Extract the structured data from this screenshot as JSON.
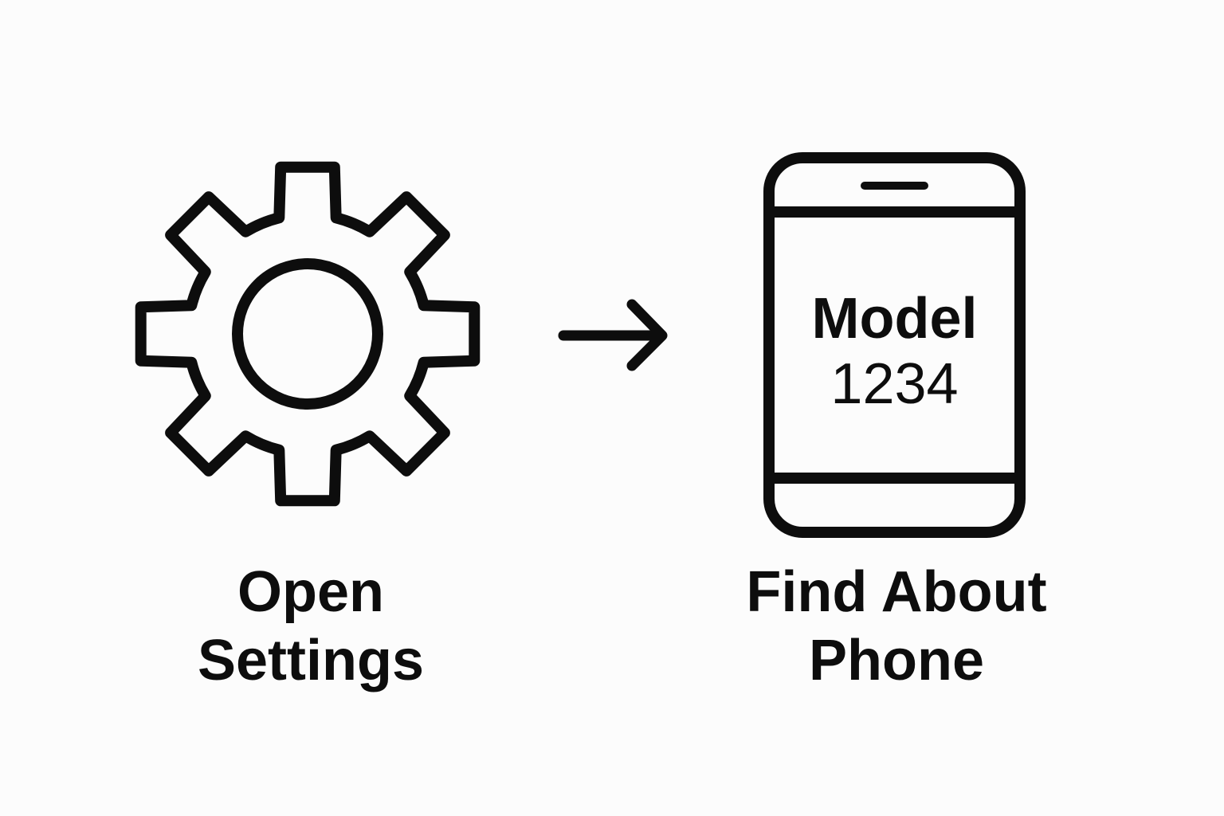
{
  "steps": [
    {
      "icon": "gear-icon",
      "label_line1": "Open",
      "label_line2": "Settings"
    },
    {
      "icon": "phone-icon",
      "label_line1": "Find About",
      "label_line2": "Phone",
      "screen_line1": "Model",
      "screen_line2": "1234"
    }
  ],
  "connector": {
    "icon": "arrow-right-icon"
  },
  "colors": {
    "background": "#fcfcfc",
    "stroke": "#0d0d0d"
  }
}
